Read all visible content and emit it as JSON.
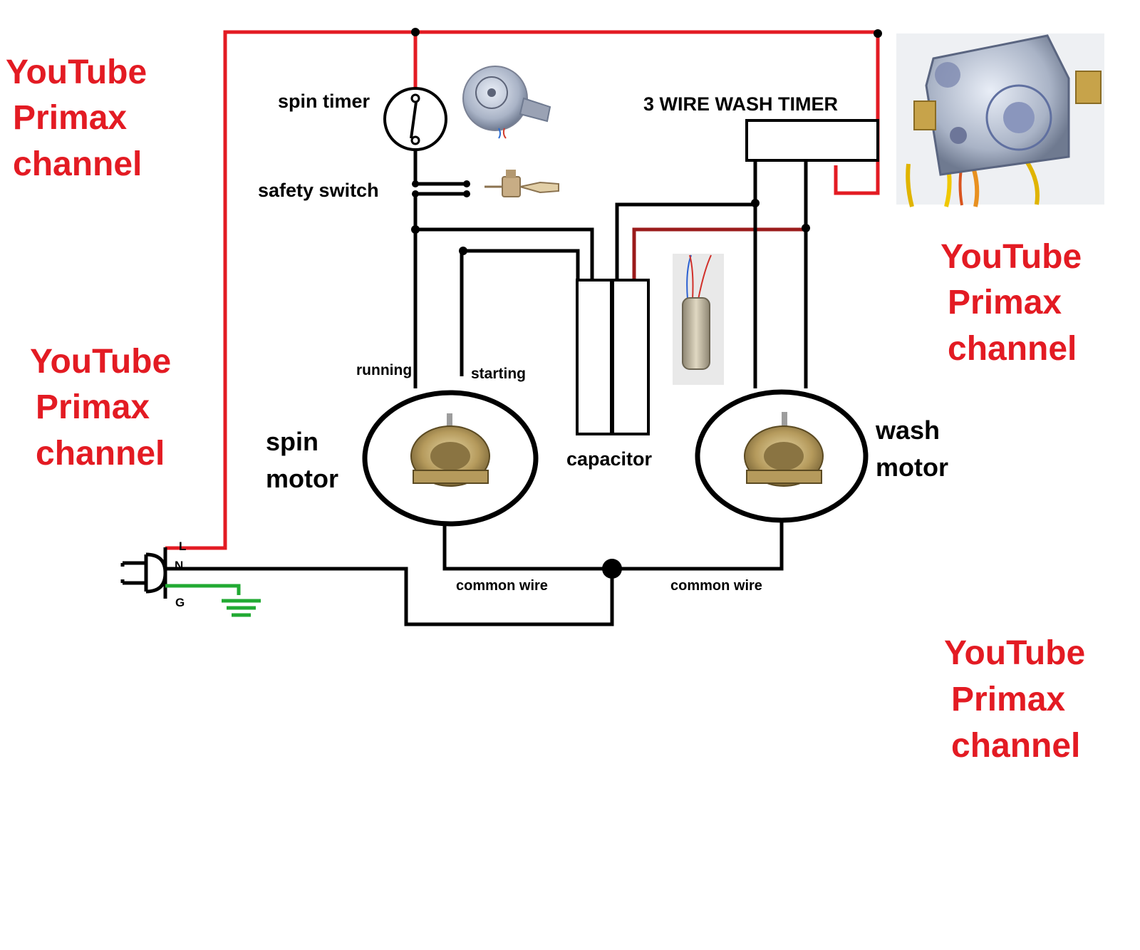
{
  "watermark": {
    "line1": "YouTube",
    "line2": "Primax",
    "line3": "channel"
  },
  "labels": {
    "spin_timer": "spin timer",
    "safety_switch": "safety switch",
    "wash_timer": "3 WIRE WASH TIMER",
    "running": "running",
    "starting": "starting",
    "spin_motor_l1": "spin",
    "spin_motor_l2": "motor",
    "capacitor": "capacitor",
    "wash_motor_l1": "wash",
    "wash_motor_l2": "motor",
    "common_wire_left": "common wire",
    "common_wire_right": "common wire",
    "plug_l": "L",
    "plug_n": "N",
    "plug_g": "G"
  },
  "colors": {
    "live": "#e31b23",
    "dark_red": "#9b1b1b",
    "wire": "#000000",
    "ground": "#22aa33"
  }
}
